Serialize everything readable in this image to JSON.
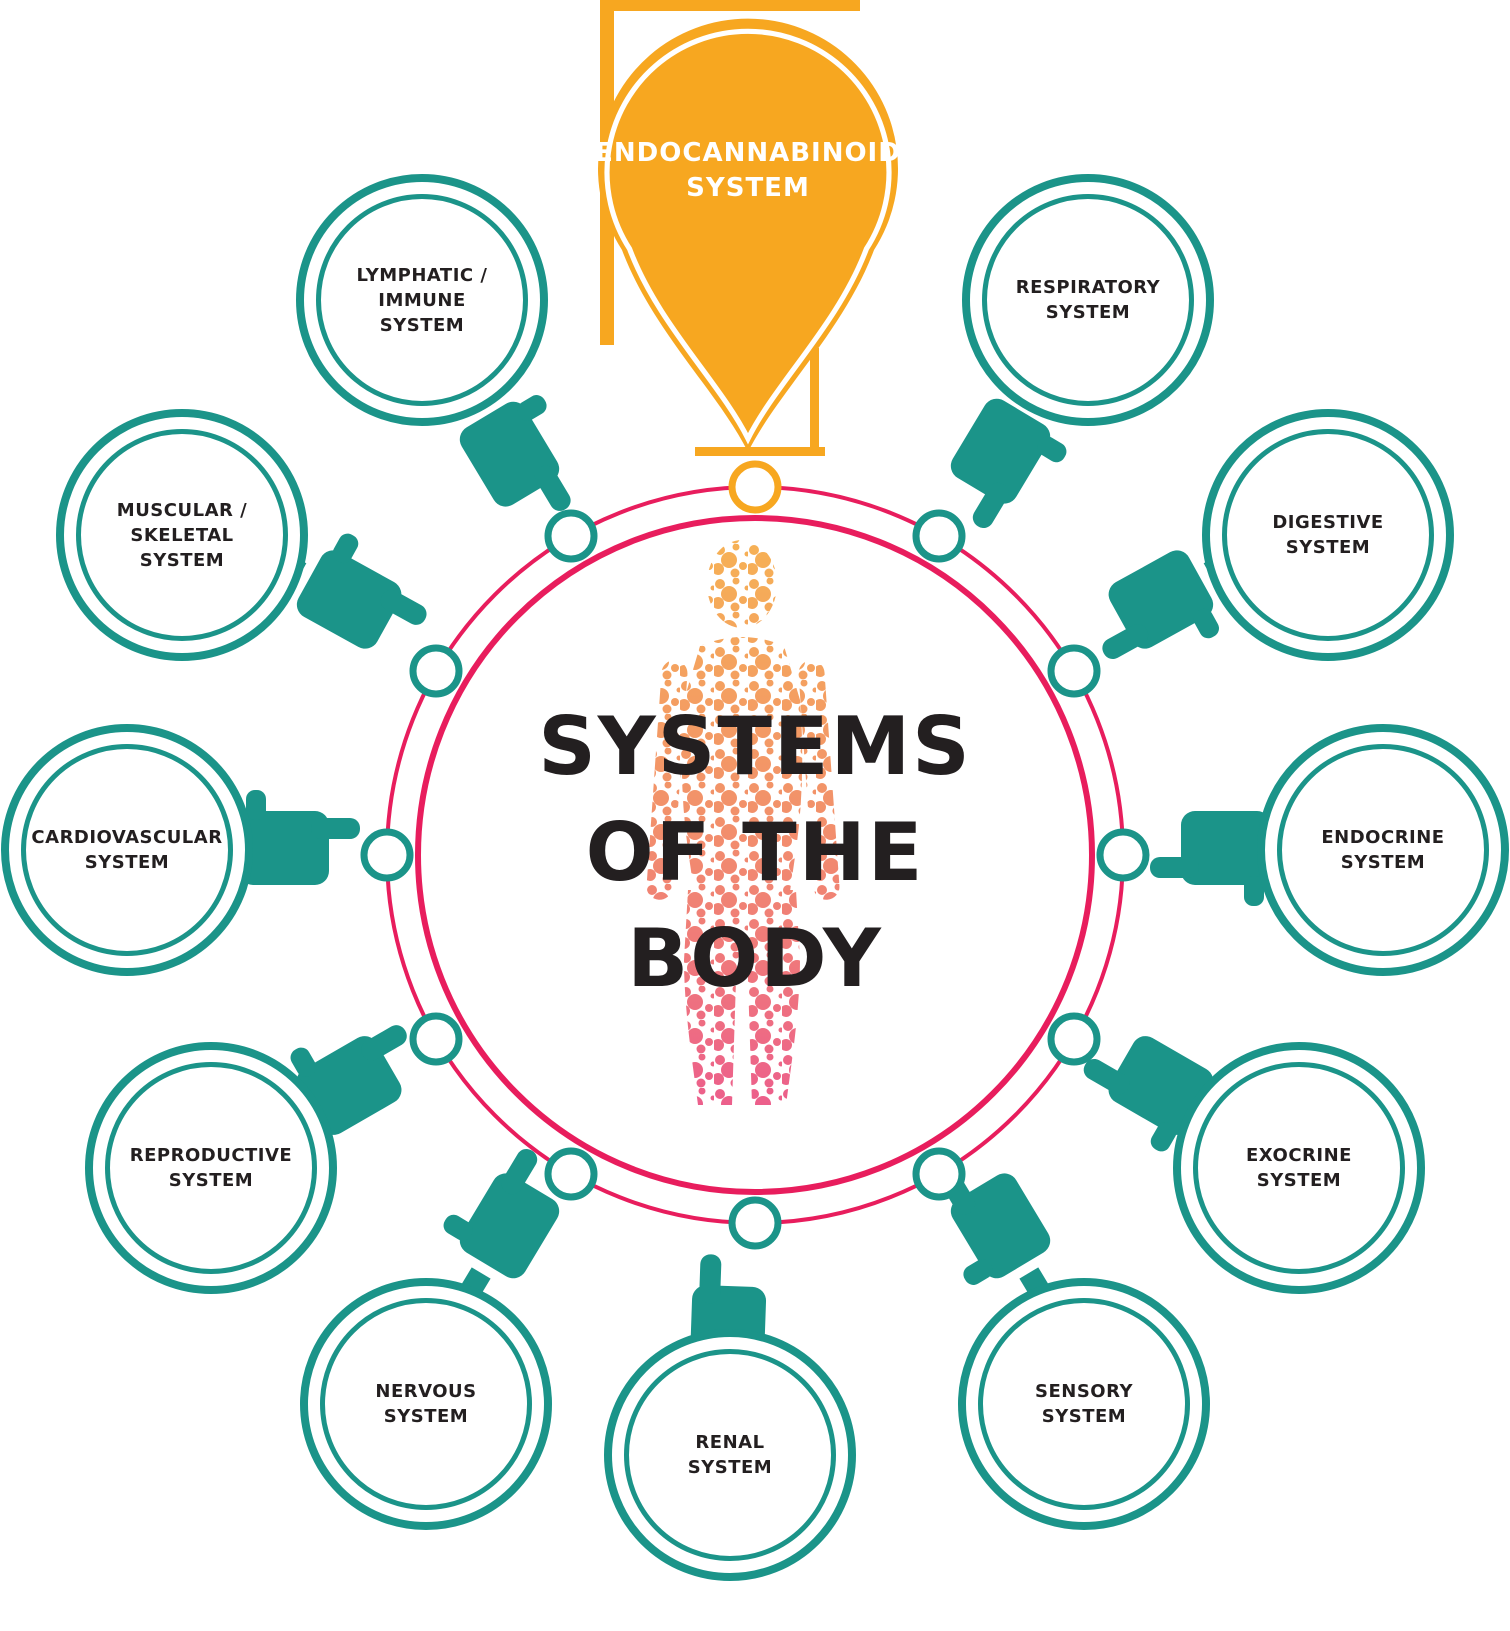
{
  "title": {
    "text": "SYSTEMS OF THE BODY",
    "lines": [
      "SYSTEMS",
      "OF THE",
      "BODY"
    ]
  },
  "highlight_system": {
    "id": "endocannabinoid",
    "label": "ENDOCANNABINOID SYSTEM",
    "lines": [
      "ENDOCANNABINOID",
      "SYSTEM"
    ]
  },
  "systems": [
    {
      "id": "lymphatic-immune",
      "label": "LYMPHATIC / IMMUNE SYSTEM",
      "lines": [
        "LYMPHATIC /",
        "IMMUNE",
        "SYSTEM"
      ]
    },
    {
      "id": "respiratory",
      "label": "RESPIRATORY SYSTEM",
      "lines": [
        "RESPIRATORY",
        "SYSTEM"
      ]
    },
    {
      "id": "muscular-skeletal",
      "label": "MUSCULAR / SKELETAL SYSTEM",
      "lines": [
        "MUSCULAR /",
        "SKELETAL",
        "SYSTEM"
      ]
    },
    {
      "id": "digestive",
      "label": "DIGESTIVE SYSTEM",
      "lines": [
        "DIGESTIVE",
        "SYSTEM"
      ]
    },
    {
      "id": "cardiovascular",
      "label": "CARDIOVASCULAR SYSTEM",
      "lines": [
        "CARDIOVASCULAR",
        "SYSTEM"
      ]
    },
    {
      "id": "endocrine",
      "label": "ENDOCRINE SYSTEM",
      "lines": [
        "ENDOCRINE",
        "SYSTEM"
      ]
    },
    {
      "id": "reproductive",
      "label": "REPRODUCTIVE SYSTEM",
      "lines": [
        "REPRODUCTIVE",
        "SYSTEM"
      ]
    },
    {
      "id": "exocrine",
      "label": "EXOCRINE SYSTEM",
      "lines": [
        "EXOCRINE",
        "SYSTEM"
      ]
    },
    {
      "id": "nervous",
      "label": "NERVOUS SYSTEM",
      "lines": [
        "NERVOUS",
        "SYSTEM"
      ]
    },
    {
      "id": "sensory",
      "label": "SENSORY SYSTEM",
      "lines": [
        "SENSORY",
        "SYSTEM"
      ]
    },
    {
      "id": "renal",
      "label": "RENAL SYSTEM",
      "lines": [
        "RENAL",
        "SYSTEM"
      ]
    }
  ],
  "icons": {
    "hand": "pointing-hand-icon",
    "pin": "map-pin-marker",
    "connector": "connector-dot"
  },
  "theme": {
    "teal": "#1B9489",
    "pink": "#E81D5D",
    "orange": "#F7A720",
    "text_dark": "#231F20",
    "body_top": "#F6B254",
    "body_mid": "#F2906B",
    "body_bottom": "#EC5E8C"
  }
}
